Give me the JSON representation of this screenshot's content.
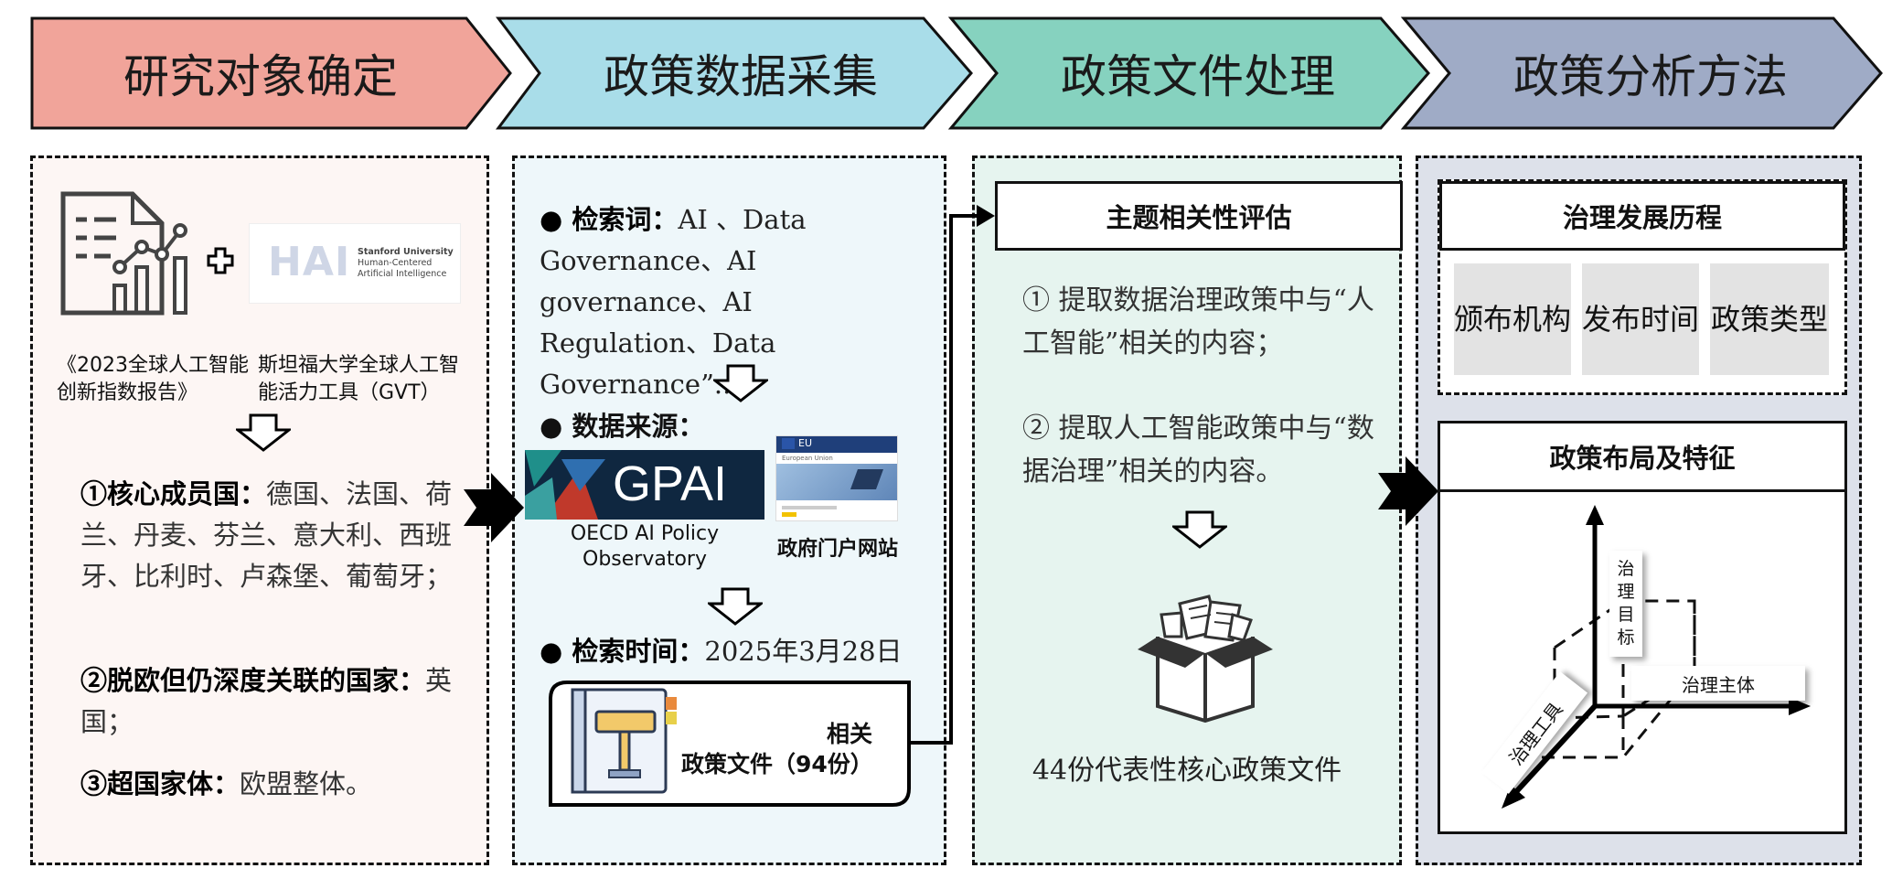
{
  "steps": [
    {
      "label": "研究对象确定",
      "color": "#f1a49a"
    },
    {
      "label": "政策数据采集",
      "color": "#a9dde9"
    },
    {
      "label": "政策文件处理",
      "color": "#86d2bf"
    },
    {
      "label": "政策分析方法",
      "color": "#9fabc6"
    }
  ],
  "panel1": {
    "report_caption": "《2023全球人工智能创新指数报告》",
    "hai_logo": {
      "letters": "HAI",
      "line1": "Stanford University",
      "line2": "Human-Centered",
      "line3": "Artificial Intelligence"
    },
    "stanford_caption": "斯坦福大学全球人工智能活力工具（GVT）",
    "item1_label": "①核心成员国：",
    "item1_text": "德国、法国、荷兰、丹麦、芬兰、意大利、西班牙、比利时、卢森堡、葡萄牙；",
    "item2_label": "②脱欧但仍深度关联的国家：",
    "item2_text": "英国；",
    "item3_label": "③超国家体：",
    "item3_text": "欧盟整体。"
  },
  "panel2": {
    "keywords_label": "● 检索词：",
    "keywords_text": "AI 、Data Governance、AI governance、AI Regulation、Data Governance”...",
    "source_label": "● 数据来源：",
    "gpai_logo_text": "GPAI",
    "gpai_caption": "OECD AI Policy Observatory",
    "gov_thumb_header": "EU",
    "gov_thumb_sub": "European Union",
    "gov_caption": "政府门户网站",
    "time_label": "● 检索时间：",
    "time_text": "2025年3月28日",
    "doc_line1": "相关",
    "doc_line2": "政策文件（94份）"
  },
  "panel3": {
    "header": "主题相关性评估",
    "step1": "①  提取数据治理政策中与“人工智能”相关的内容；",
    "step2": "② 提取人工智能政策中与“数据治理”相关的内容。",
    "result": "44份代表性核心政策文件"
  },
  "panel4": {
    "header1": "治理发展历程",
    "cells": [
      "颁布机构",
      "发布时间",
      "政策类型"
    ],
    "header2": "政策布局及特征",
    "axis_y": "治理目标",
    "axis_x": "治理主体",
    "axis_z": "治理工具"
  }
}
